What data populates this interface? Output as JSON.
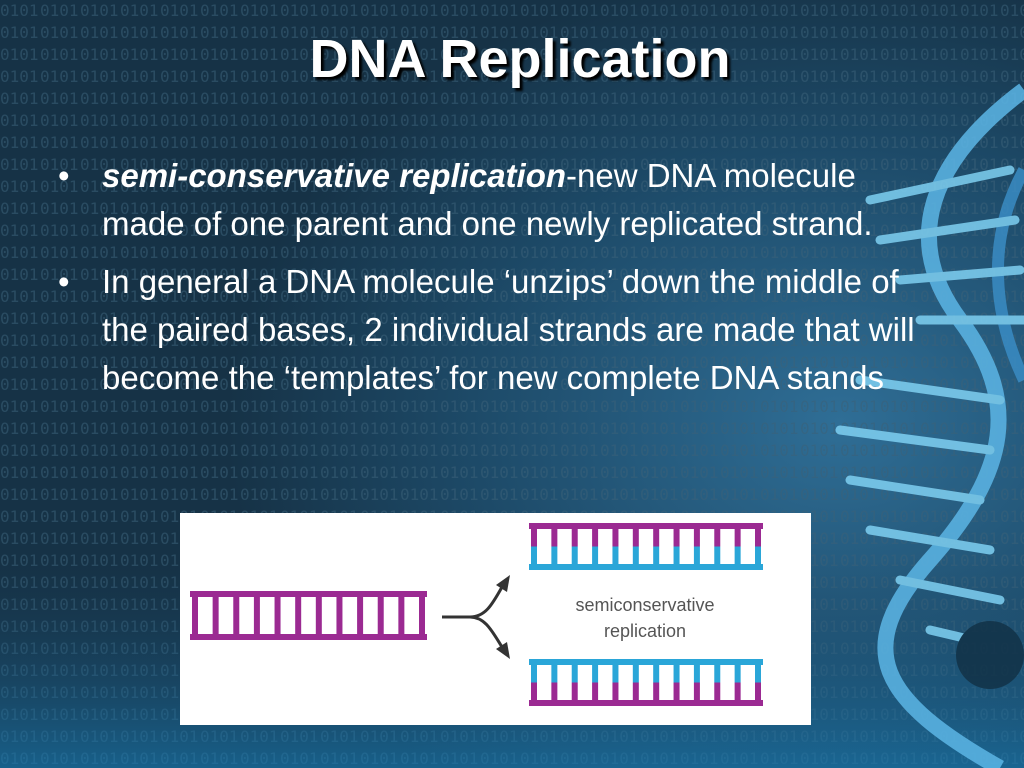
{
  "slide": {
    "title": "DNA Replication",
    "bullets": [
      {
        "term": "semi-conservative replication",
        "text": "-new DNA molecule made of one parent and one newly replicated strand."
      },
      {
        "term": "",
        "text": "In general a DNA molecule ‘unzips’ down the middle of the paired bases, 2 individual strands are made that will become the ‘templates’ for new complete DNA stands"
      }
    ],
    "bullet_symbol": "•"
  },
  "figure": {
    "label_line1": "semiconservative",
    "label_line2": "replication",
    "colors": {
      "parent_strand": "#9b2a92",
      "new_strand": "#2aa6d8",
      "arrow": "#333333"
    }
  },
  "colors": {
    "background": "#1b3d55",
    "title": "#ffffff",
    "text": "#ffffff"
  },
  "icons": [
    "dna-helix-decoration",
    "binary-pattern-background"
  ]
}
